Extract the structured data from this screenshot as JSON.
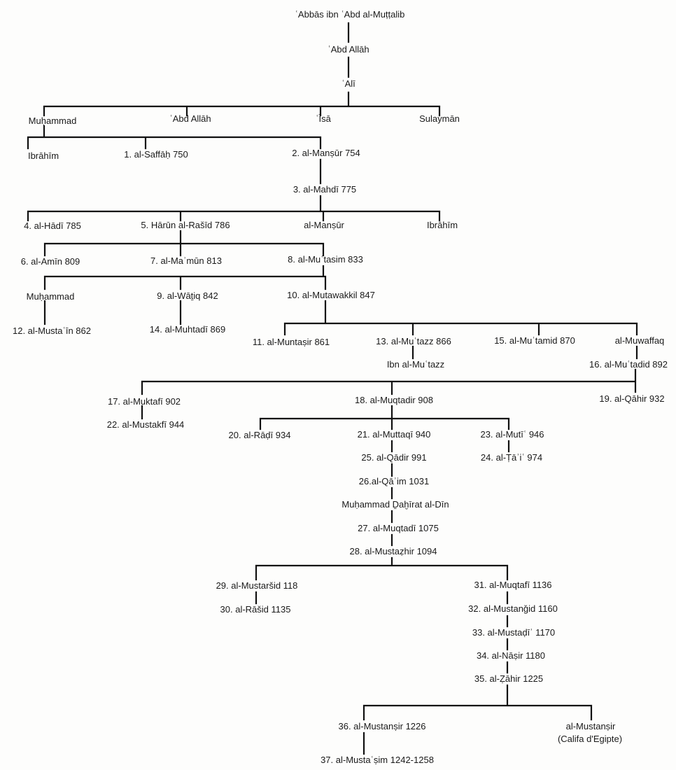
{
  "nodes": [
    {
      "id": "abbas",
      "label": "ʿAbbās ibn ʿAbd al-Muṭṭalib"
    },
    {
      "id": "abdallah1",
      "label": "ʿAbd Allāh"
    },
    {
      "id": "ali",
      "label": "ʿAlī"
    },
    {
      "id": "muhammad1",
      "label": "Muḥammad"
    },
    {
      "id": "abdallah2",
      "label": "ʿAbd Allāh"
    },
    {
      "id": "isa",
      "label": "ʿĪsā"
    },
    {
      "id": "sulayman",
      "label": "Sulaymān"
    },
    {
      "id": "ibrahim1",
      "label": "Ibrāhīm"
    },
    {
      "id": "saffah",
      "label": "1. al-Saffāḥ 750"
    },
    {
      "id": "mansur",
      "label": "2. al-Manṣūr 754"
    },
    {
      "id": "mahdi",
      "label": "3. al-Mahdī 775"
    },
    {
      "id": "hadi",
      "label": "4. al-Hādī 785"
    },
    {
      "id": "harun",
      "label": "5. Hārūn al-Rašīd 786"
    },
    {
      "id": "almansur",
      "label": "al-Manṣūr"
    },
    {
      "id": "ibrahim2",
      "label": "Ibrāhīm"
    },
    {
      "id": "amin",
      "label": "6. al-Amīn 809"
    },
    {
      "id": "mamun",
      "label": "7. al-Maʾmūn 813"
    },
    {
      "id": "mutasim",
      "label": "8. al-Muʿtasim 833"
    },
    {
      "id": "muhammad2",
      "label": "Muḥammad"
    },
    {
      "id": "wathiq",
      "label": "9. al-Wāṯiq 842"
    },
    {
      "id": "mutawakkil",
      "label": "10. al-Mutawakkil 847"
    },
    {
      "id": "mustain",
      "label": "12. al-Mustaʿīn 862"
    },
    {
      "id": "muhtadi",
      "label": "14. al-Muhtadī 869"
    },
    {
      "id": "muntasir",
      "label": "11. al-Muntaṣir 861"
    },
    {
      "id": "mutazz",
      "label": "13. al-Muʿtazz 866"
    },
    {
      "id": "mutamid",
      "label": "15. al-Muʿtamid 870"
    },
    {
      "id": "muwaffaq",
      "label": "al-Muwaffaq"
    },
    {
      "id": "ibnmutazz",
      "label": "Ibn al-Muʿtazz"
    },
    {
      "id": "mutadid",
      "label": "16. al-Muʿtadid 892"
    },
    {
      "id": "muktafi",
      "label": "17. al-Muktafī 902"
    },
    {
      "id": "muqtadir",
      "label": "18. al-Muqtadir 908"
    },
    {
      "id": "qahir",
      "label": "19. al-Qāhir 932"
    },
    {
      "id": "mustakfi",
      "label": "22. al-Mustakfī 944"
    },
    {
      "id": "radi",
      "label": "20. al-Rāḍī 934"
    },
    {
      "id": "muttaqi",
      "label": "21. al-Muttaqī 940"
    },
    {
      "id": "muti",
      "label": "23. al-Mutīʿ 946"
    },
    {
      "id": "qadir",
      "label": "25. al-Qādir 991"
    },
    {
      "id": "tai",
      "label": "24. al-Ṭāʾiʿ 974"
    },
    {
      "id": "qaim",
      "label": "26.al-Qāʾim 1031"
    },
    {
      "id": "dahira",
      "label": "Muḥammad Ḏaḫīrat al-Dīn"
    },
    {
      "id": "muqtadi",
      "label": "27. al-Muqtadī 1075"
    },
    {
      "id": "mustazhir",
      "label": "28. al-Mustaẓhir 1094"
    },
    {
      "id": "mustarshid",
      "label": "29. al-Mustaršid 118"
    },
    {
      "id": "rashid",
      "label": "30. al-Rāšid 1135"
    },
    {
      "id": "muqtafi",
      "label": "31. al-Muqtafī 1136"
    },
    {
      "id": "mustanjid",
      "label": "32. al-Mustanǧid 1160"
    },
    {
      "id": "mustadi",
      "label": "33. al-Mustaḍīʾ 1170"
    },
    {
      "id": "nasir",
      "label": "34. al-Nāṣir 1180"
    },
    {
      "id": "zahir",
      "label": "35. al-Ẓāhir 1225"
    },
    {
      "id": "mustansir1",
      "label": "36. al-Mustanṣir 1226"
    },
    {
      "id": "mustansir2",
      "label": "al-Mustanṣir"
    },
    {
      "id": "egypt",
      "label": "(Califa d'Egipte)"
    },
    {
      "id": "mustasim",
      "label": "37. al-Mustaʿṣim 1242-1258"
    }
  ]
}
